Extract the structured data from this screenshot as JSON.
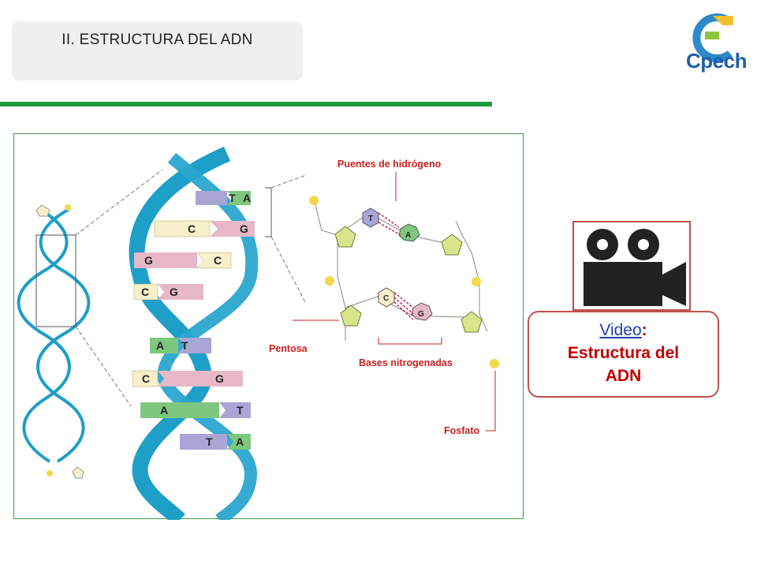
{
  "header": {
    "title": "II. ESTRUCTURA DEL ADN"
  },
  "logo": {
    "text": "Cpech",
    "icon": "cpech-logo-icon"
  },
  "diagram": {
    "labels": {
      "hydrogen_bonds": "Puentes de hidrógeno",
      "pentose": "Pentosa",
      "nitrogen_bases": "Bases nitrogenadas",
      "phosphate": "Fosfato"
    },
    "helix_pairs": [
      {
        "left": "T",
        "right": "A"
      },
      {
        "left": "C",
        "right": "G"
      },
      {
        "left": "G",
        "right": "C"
      },
      {
        "left": "C",
        "right": "G"
      },
      {
        "left": "A",
        "right": "T"
      },
      {
        "left": "C",
        "right": "G"
      },
      {
        "left": "A",
        "right": "T"
      },
      {
        "left": "T",
        "right": "A"
      }
    ],
    "detail_pairs": [
      {
        "left": "T",
        "right": "A"
      },
      {
        "left": "C",
        "right": "G"
      }
    ],
    "colors": {
      "helix": "#1e9fc8",
      "frame": "#3f9a4f",
      "label": "#cc1f1f",
      "base_A": "#7ec77e",
      "base_T": "#a9a6d6",
      "base_G": "#e6b8c8",
      "base_C": "#f6efc9"
    }
  },
  "video": {
    "icon": "video-camera-icon",
    "link_text": "Video",
    "separator": ":",
    "line2": "Estructura del",
    "line3": "ADN"
  }
}
